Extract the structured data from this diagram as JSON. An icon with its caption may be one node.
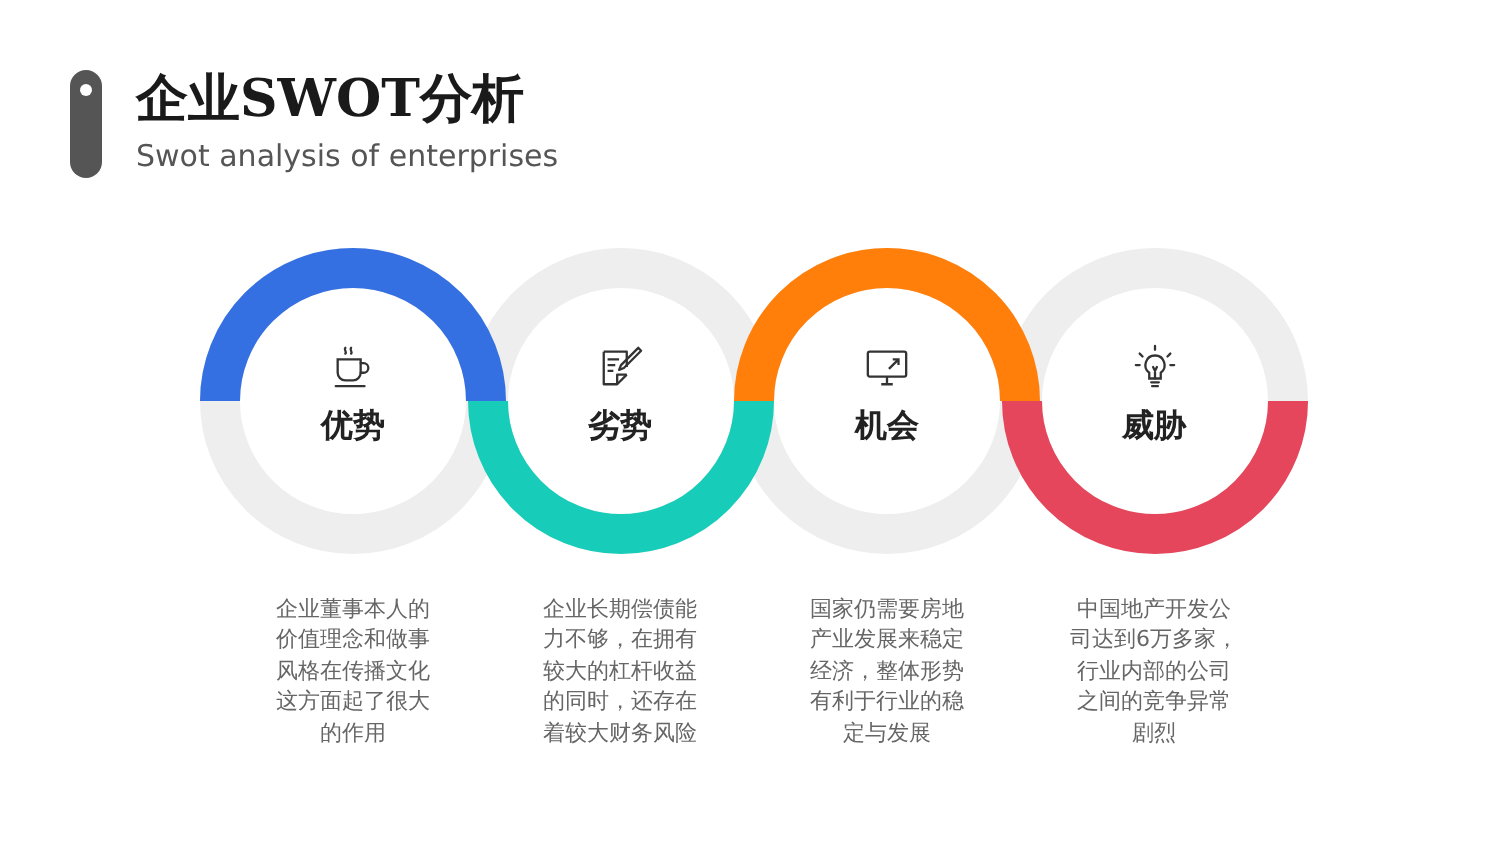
{
  "diagram": {
    "title": "企业SWOT分析",
    "nodes": [
      {
        "text": [
          "优势"
        ],
        "beside": [
          "企业董事本人的价值理念和做事风格在传播文化这方面起了很大的作用"
        ]
      },
      {
        "text": [
          "劣势"
        ],
        "beside": [
          "企业长期偿债能力不够，在拥有较大的杠杆收益的同时，还存在着较大财务风险"
        ]
      },
      {
        "text": [
          "机会"
        ],
        "beside": [
          "国家仍需要房地产业发展来稳定经济，整体形势有利于行业的稳定与发展"
        ]
      },
      {
        "text": [
          "威胁"
        ],
        "beside": [
          "中国地产开发公司达到6万多家，行业内部的公司之间的竞争异常剧烈"
        ]
      }
    ],
    "labels": [
      "Swot analysis of enterprises"
    ]
  }
}
